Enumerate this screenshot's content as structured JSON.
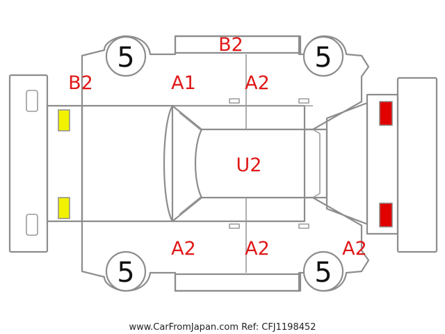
{
  "damage_codes": {
    "b2_roof_top": "B2",
    "b2_left_front": "B2",
    "a1_left_front_door": "A1",
    "a2_left_rear_door": "A2",
    "u2_roof": "U2",
    "a2_right_front_door": "A2",
    "a2_right_rear_door": "A2",
    "a2_right_rear": "A2"
  },
  "tires": {
    "front_left": "5",
    "rear_left": "5",
    "front_right": "5",
    "rear_right": "5"
  },
  "colors": {
    "damage_text": "#e01818",
    "headlight_fill": "#f2f200",
    "taillight_fill": "#e00000",
    "outline": "#8c8c8c"
  },
  "footer_text": "www.CarFromJapan.com Ref: CFJ1198452"
}
